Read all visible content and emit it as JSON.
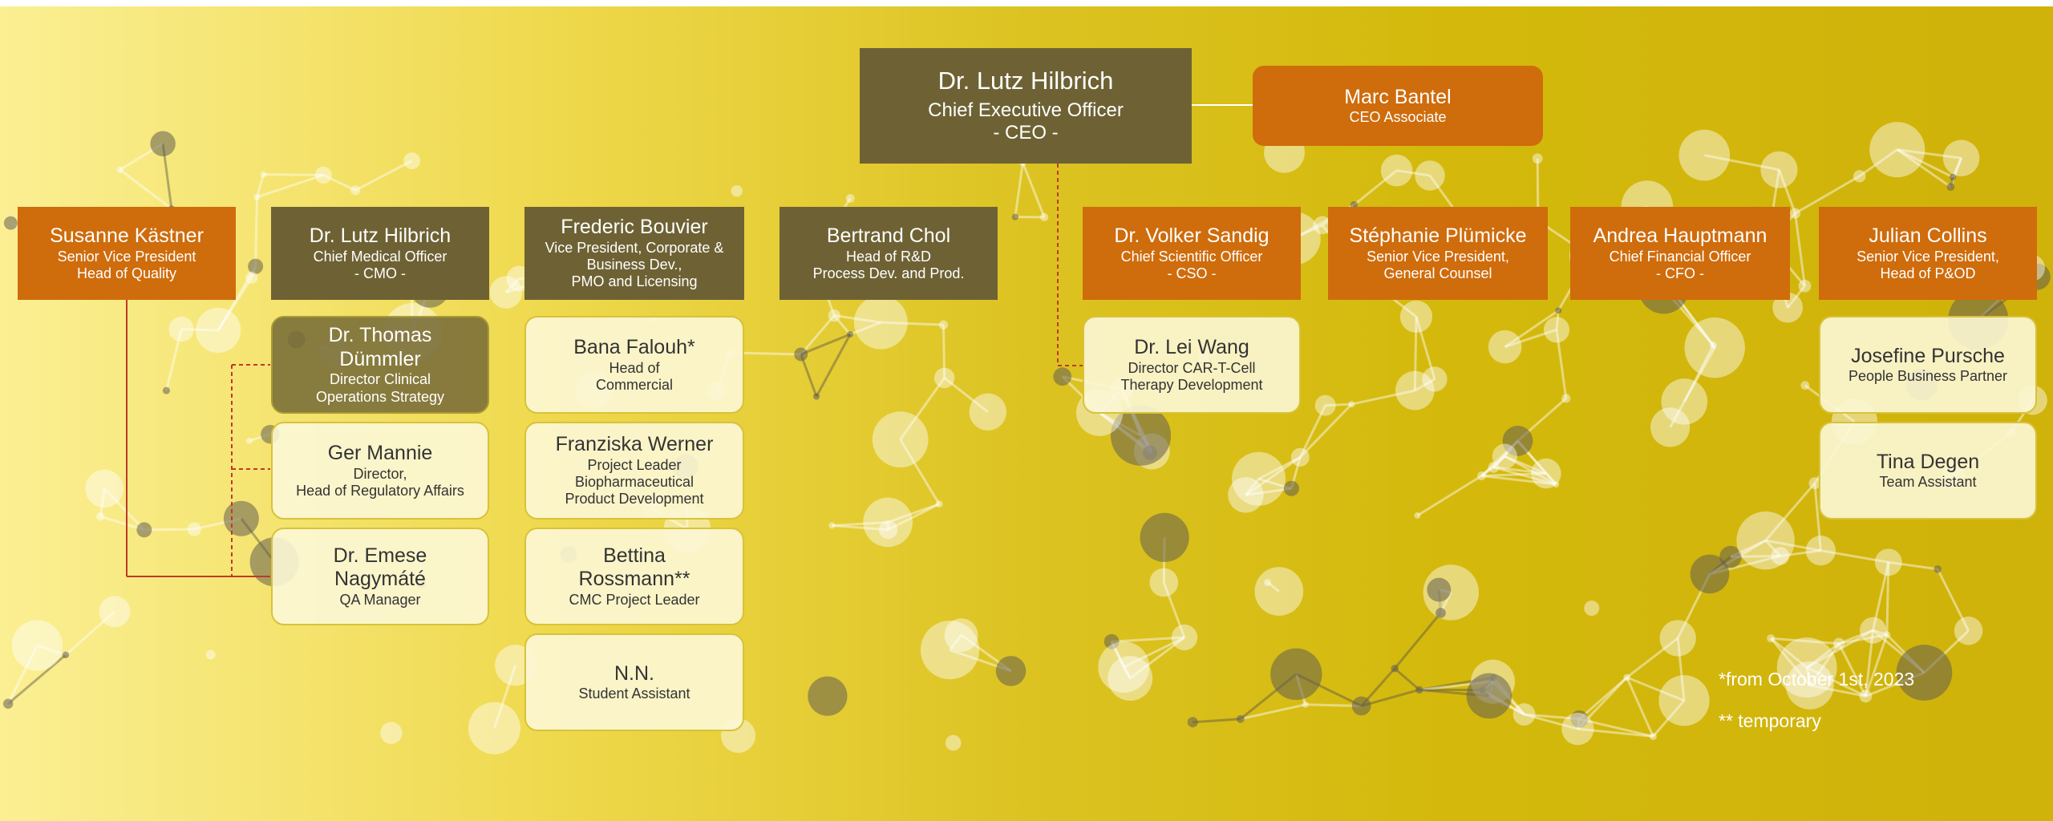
{
  "chart": {
    "ceo": {
      "name": "Dr. Lutz Hilbrich",
      "role1": "Chief Executive Officer",
      "role2": "- CEO -"
    },
    "ceo_associate": {
      "name": "Marc Bantel",
      "role1": "CEO Associate"
    },
    "heads": [
      {
        "name": "Susanne Kästner",
        "role1": "Senior Vice President",
        "role2": "Head of Quality"
      },
      {
        "name": "Dr. Lutz Hilbrich",
        "role1": "Chief Medical Officer",
        "role2": "- CMO -"
      },
      {
        "name": "Frederic Bouvier",
        "role1": "Vice President, Corporate &",
        "role2": "Business Dev.,",
        "role3": "PMO and Licensing"
      },
      {
        "name": "Bertrand Chol",
        "role1": "Head of R&D",
        "role2": "Process Dev. and Prod."
      },
      {
        "name": "Dr. Volker Sandig",
        "role1": "Chief Scientific Officer",
        "role2": "- CSO -"
      },
      {
        "name": "Stéphanie Plümicke",
        "role1": "Senior Vice President,",
        "role2": "General Counsel"
      },
      {
        "name": "Andrea Hauptmann",
        "role1": "Chief Financial Officer",
        "role2": "- CFO -"
      },
      {
        "name": "Julian Collins",
        "role1": "Senior Vice President,",
        "role2": "Head of P&OD"
      }
    ],
    "cmo_team": [
      {
        "name1": "Dr. Thomas",
        "name2": "Dümmler",
        "role1": "Director Clinical",
        "role2": "Operations Strategy"
      },
      {
        "name1": "Ger Mannie",
        "role1": "Director,",
        "role2": "Head of Regulatory Affairs"
      },
      {
        "name1": "Dr. Emese",
        "name2": "Nagymáté",
        "role1": "QA Manager"
      }
    ],
    "bd_team": [
      {
        "name1": "Bana Falouh*",
        "role1": "Head of",
        "role2": "Commercial"
      },
      {
        "name1": "Franziska Werner",
        "role1": "Project Leader",
        "role2": "Biopharmaceutical",
        "role3": "Product Development"
      },
      {
        "name1": "Bettina",
        "name2": "Rossmann**",
        "role1": "CMC Project Leader"
      },
      {
        "name1": "N.N.",
        "role1": "Student Assistant"
      }
    ],
    "cso_team": [
      {
        "name1": "Dr. Lei Wang",
        "role1": "Director CAR-T-Cell",
        "role2": "Therapy Development"
      }
    ],
    "pod_team": [
      {
        "name1": "Josefine Pursche",
        "role1": "People Business Partner"
      },
      {
        "name1": "Tina Degen",
        "role1": "Team Assistant"
      }
    ]
  },
  "footnotes": {
    "start_date": "*from October 1st, 2023",
    "temporary": "** temporary"
  },
  "colors": {
    "olive": "#6e6234",
    "orange": "#cf6c0c",
    "connector_red": "#c0392b",
    "light_box": "#fcf7d6"
  }
}
